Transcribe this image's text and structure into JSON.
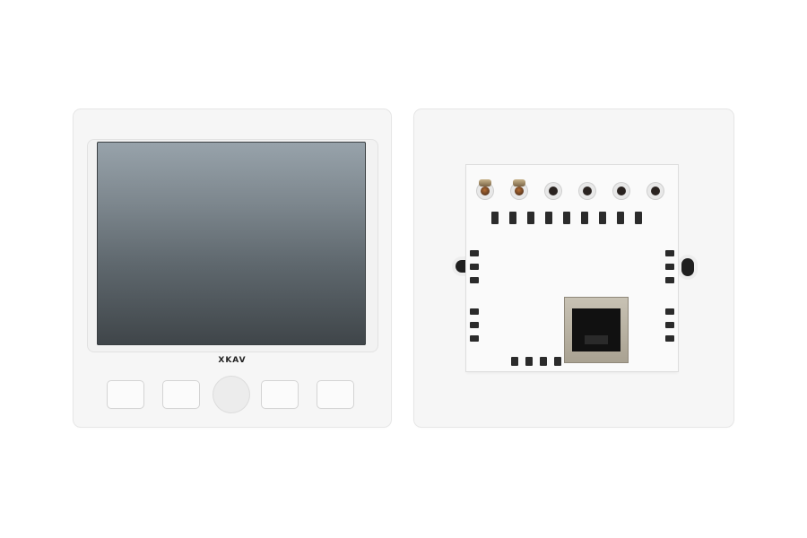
{
  "front_panel": {
    "brand_logo": "XKAV",
    "button_count": 5,
    "screen_color_top": "#98a3ab",
    "screen_color_bottom": "#3f4549"
  },
  "back_panel": {
    "terminal_count": 6,
    "connector": "rj45-icon"
  },
  "colors": {
    "background": "#ffffff",
    "panel": "#f6f6f6",
    "brass": "#b06a32"
  }
}
